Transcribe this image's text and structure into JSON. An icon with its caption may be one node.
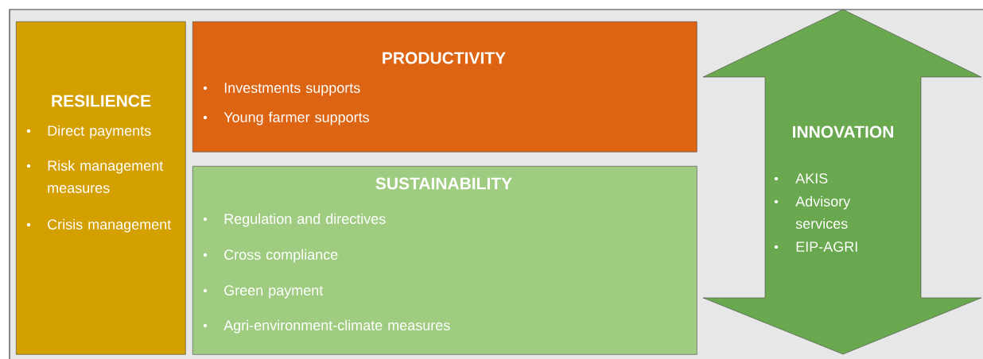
{
  "diagram": {
    "nodes": [
      {
        "text": [
          "RESILIENCE",
          "Direct payments",
          "Risk management measures",
          "Crisis management"
        ]
      },
      {
        "text": [
          "PRODUCTIVITY",
          "Investments supports",
          "Young farmer supports"
        ]
      },
      {
        "text": [
          "SUSTAINABILITY",
          "Regulation and directives",
          "Cross compliance",
          "Green payment",
          "Agri-environment-climate measures"
        ]
      },
      {
        "text": [
          "INNOVATION",
          "AKIS",
          "Advisory services",
          "EIP-AGRI"
        ]
      }
    ]
  }
}
